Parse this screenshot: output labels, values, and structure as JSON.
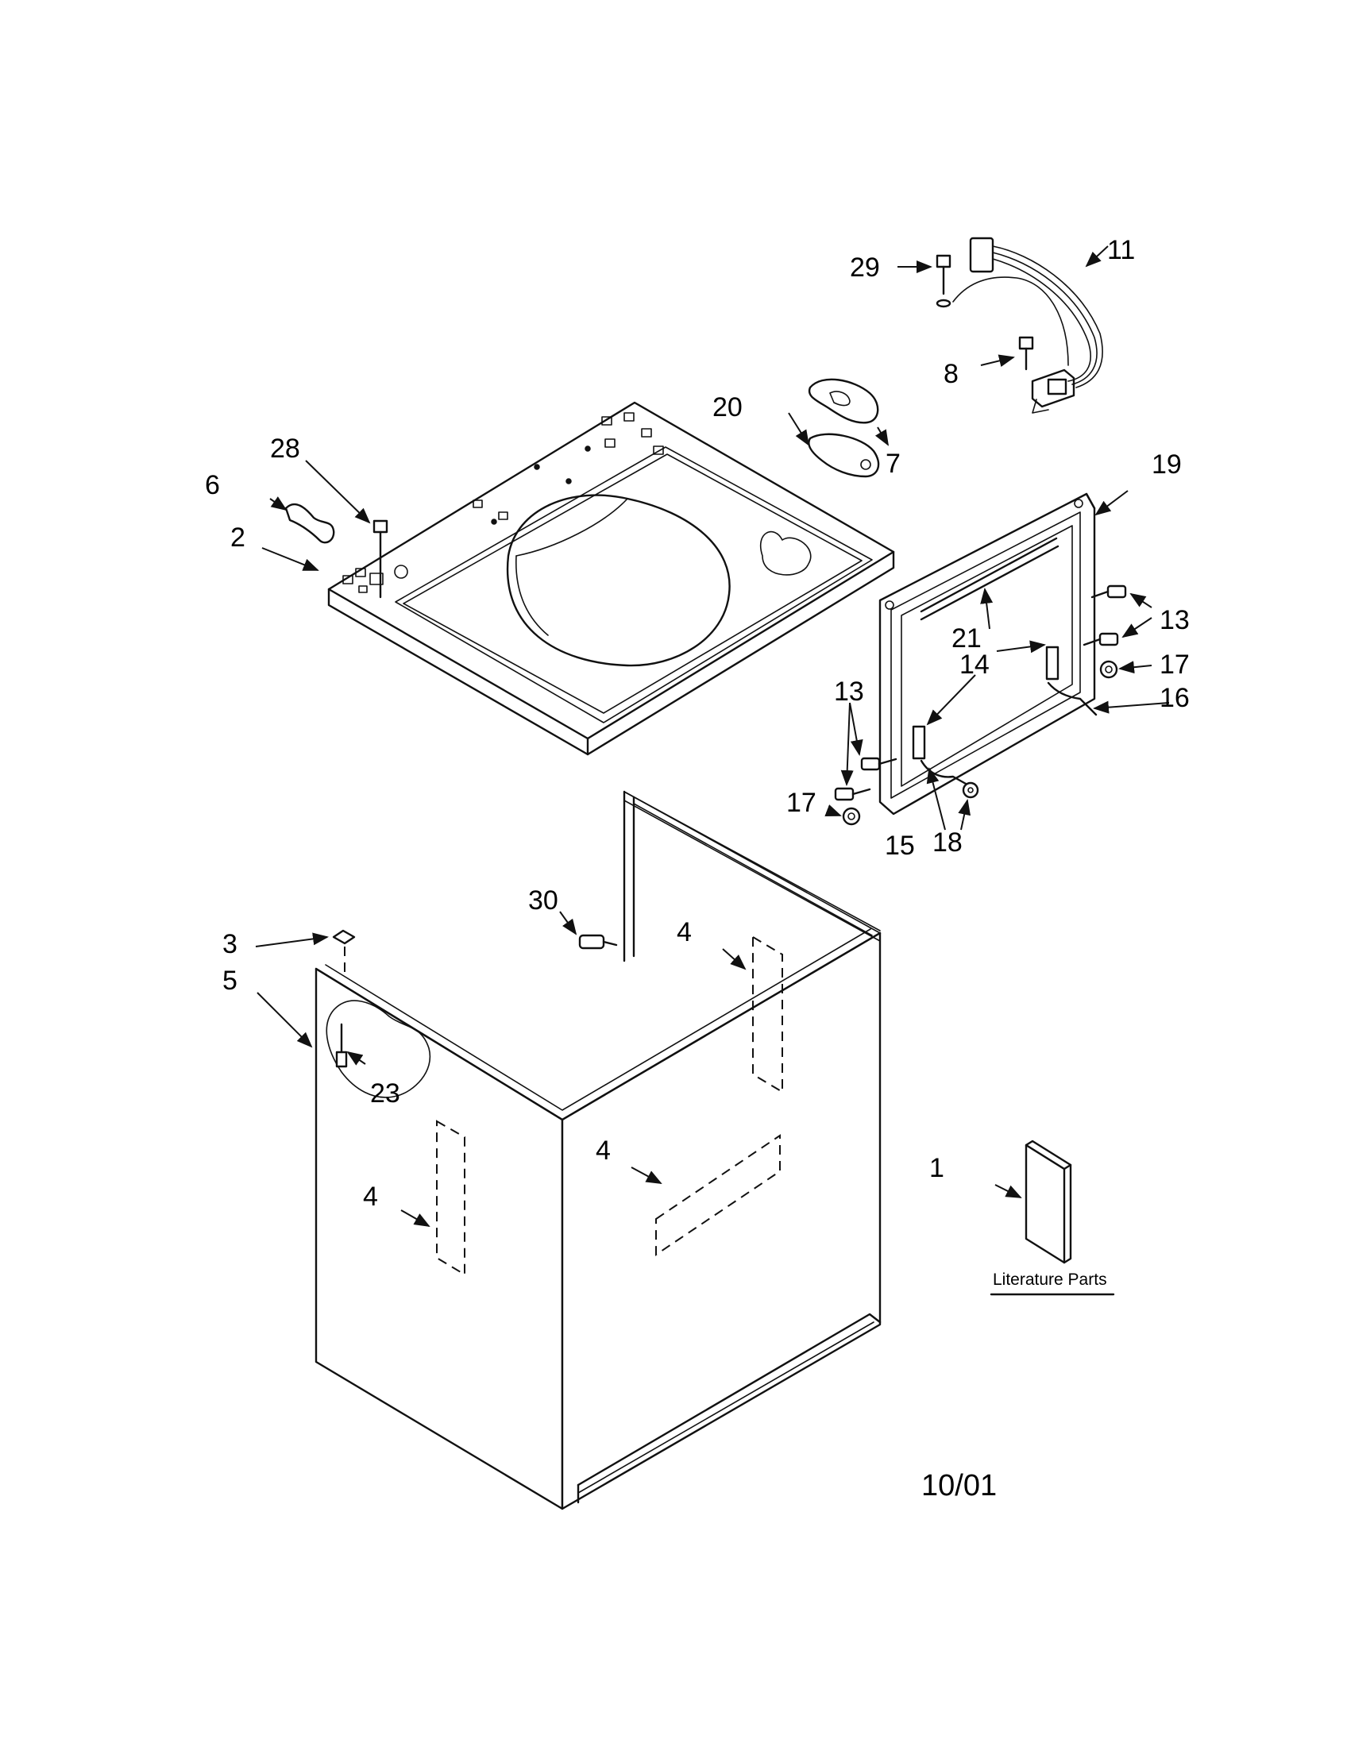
{
  "callouts": {
    "c1": "1",
    "c2": "2",
    "c3": "3",
    "c4a": "4",
    "c4b": "4",
    "c4c": "4",
    "c5": "5",
    "c6": "6",
    "c7": "7",
    "c8": "8",
    "c11": "11",
    "c13a": "13",
    "c13b": "13",
    "c14": "14",
    "c15": "15",
    "c16": "16",
    "c17a": "17",
    "c17b": "17",
    "c18": "18",
    "c19": "19",
    "c20": "20",
    "c21": "21",
    "c23": "23",
    "c28": "28",
    "c29": "29",
    "c30": "30"
  },
  "literature_label": "Literature Parts",
  "date_code": "10/01"
}
